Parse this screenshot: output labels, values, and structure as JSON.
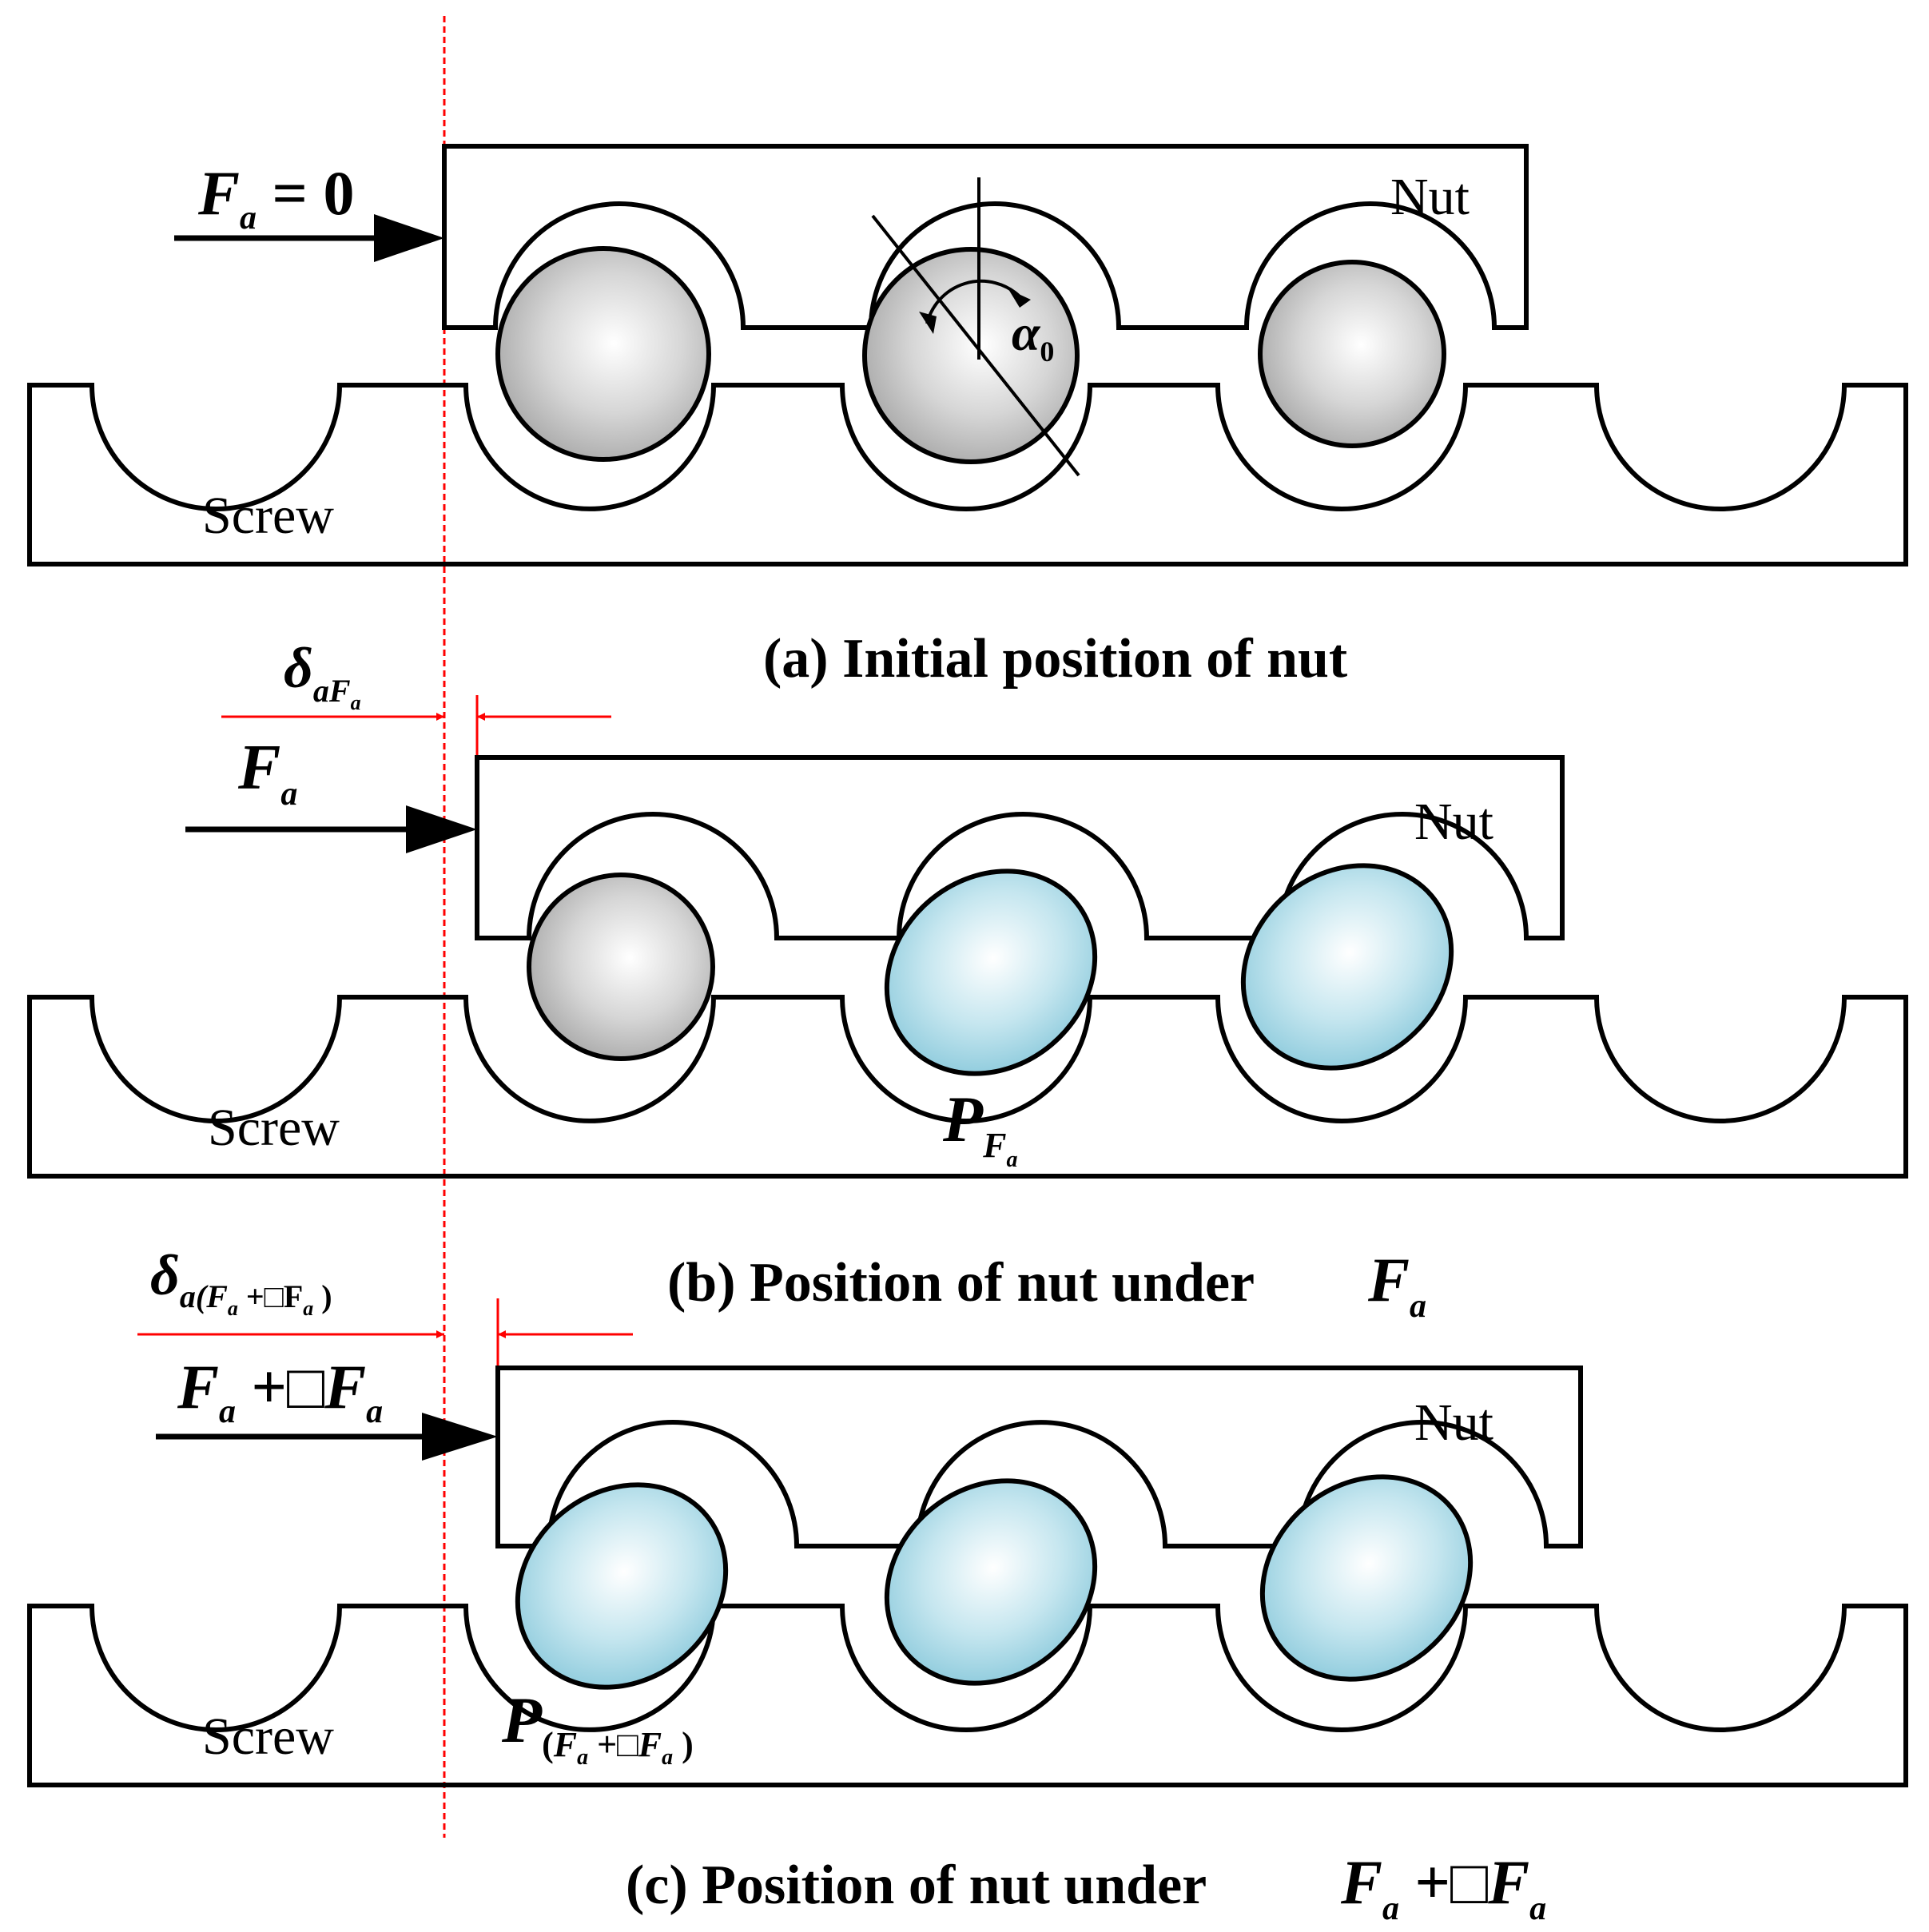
{
  "panel_a": {
    "nut_label": "Nut",
    "screw_label": "Screw",
    "force_label": "F_a = 0",
    "angle_label": "α_0",
    "caption": "(a) Initial position of nut"
  },
  "panel_b": {
    "nut_label": "Nut",
    "screw_label": "Screw",
    "force_label": "F_a",
    "displacement_label": "δ_aF_a",
    "point_label": "P_F_a",
    "caption_text": "(b) Position of nut under",
    "caption_math": "F_a"
  },
  "panel_c": {
    "nut_label": "Nut",
    "screw_label": "Screw",
    "force_label": "F_a +□F_a",
    "displacement_label": "δ_a(F_a+□F_a)",
    "point_label": "P_(F_a+□F_a)",
    "caption_text": "(c) Position of nut under",
    "caption_math": "F_a +□F_a"
  },
  "colors": {
    "outline": "#000000",
    "reference_line": "#ff0000",
    "unloaded_ball": "#c8c8c8",
    "loaded_ball": "#a9d9e6"
  }
}
